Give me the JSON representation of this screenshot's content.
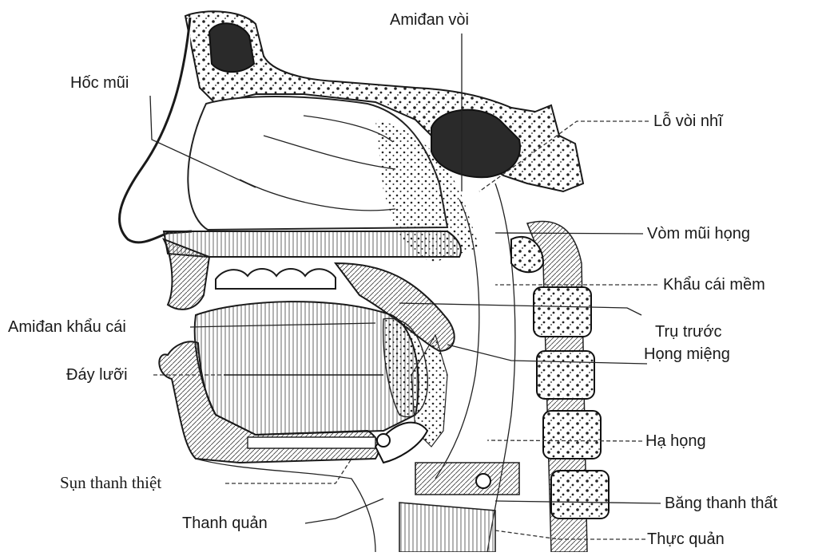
{
  "labels": {
    "amidan_voi": "Amiđan vòi",
    "hoc_mui": "Hốc mũi",
    "lo_voi_nhi": "Lỗ vòi nhĩ",
    "vom_mui_hong": "Vòm mũi họng",
    "khau_cai_mem": "Khẩu cái mềm",
    "amidan_khau_cai": "Amiđan khẩu cái",
    "tru_truoc": "Trụ trước",
    "hong_mieng": "Họng miệng",
    "day_luoi": "Đáy lưỡi",
    "ha_hong": "Hạ họng",
    "sun_thanh_thiet": "Sụn thanh thiệt",
    "bang_thanh_that": "Băng thanh thất",
    "thanh_quan": "Thanh quản",
    "thuc_quan": "Thực quản"
  },
  "style": {
    "ink": "#1a1a1a",
    "paper": "#ffffff",
    "stipple": "#3a3a3a"
  }
}
